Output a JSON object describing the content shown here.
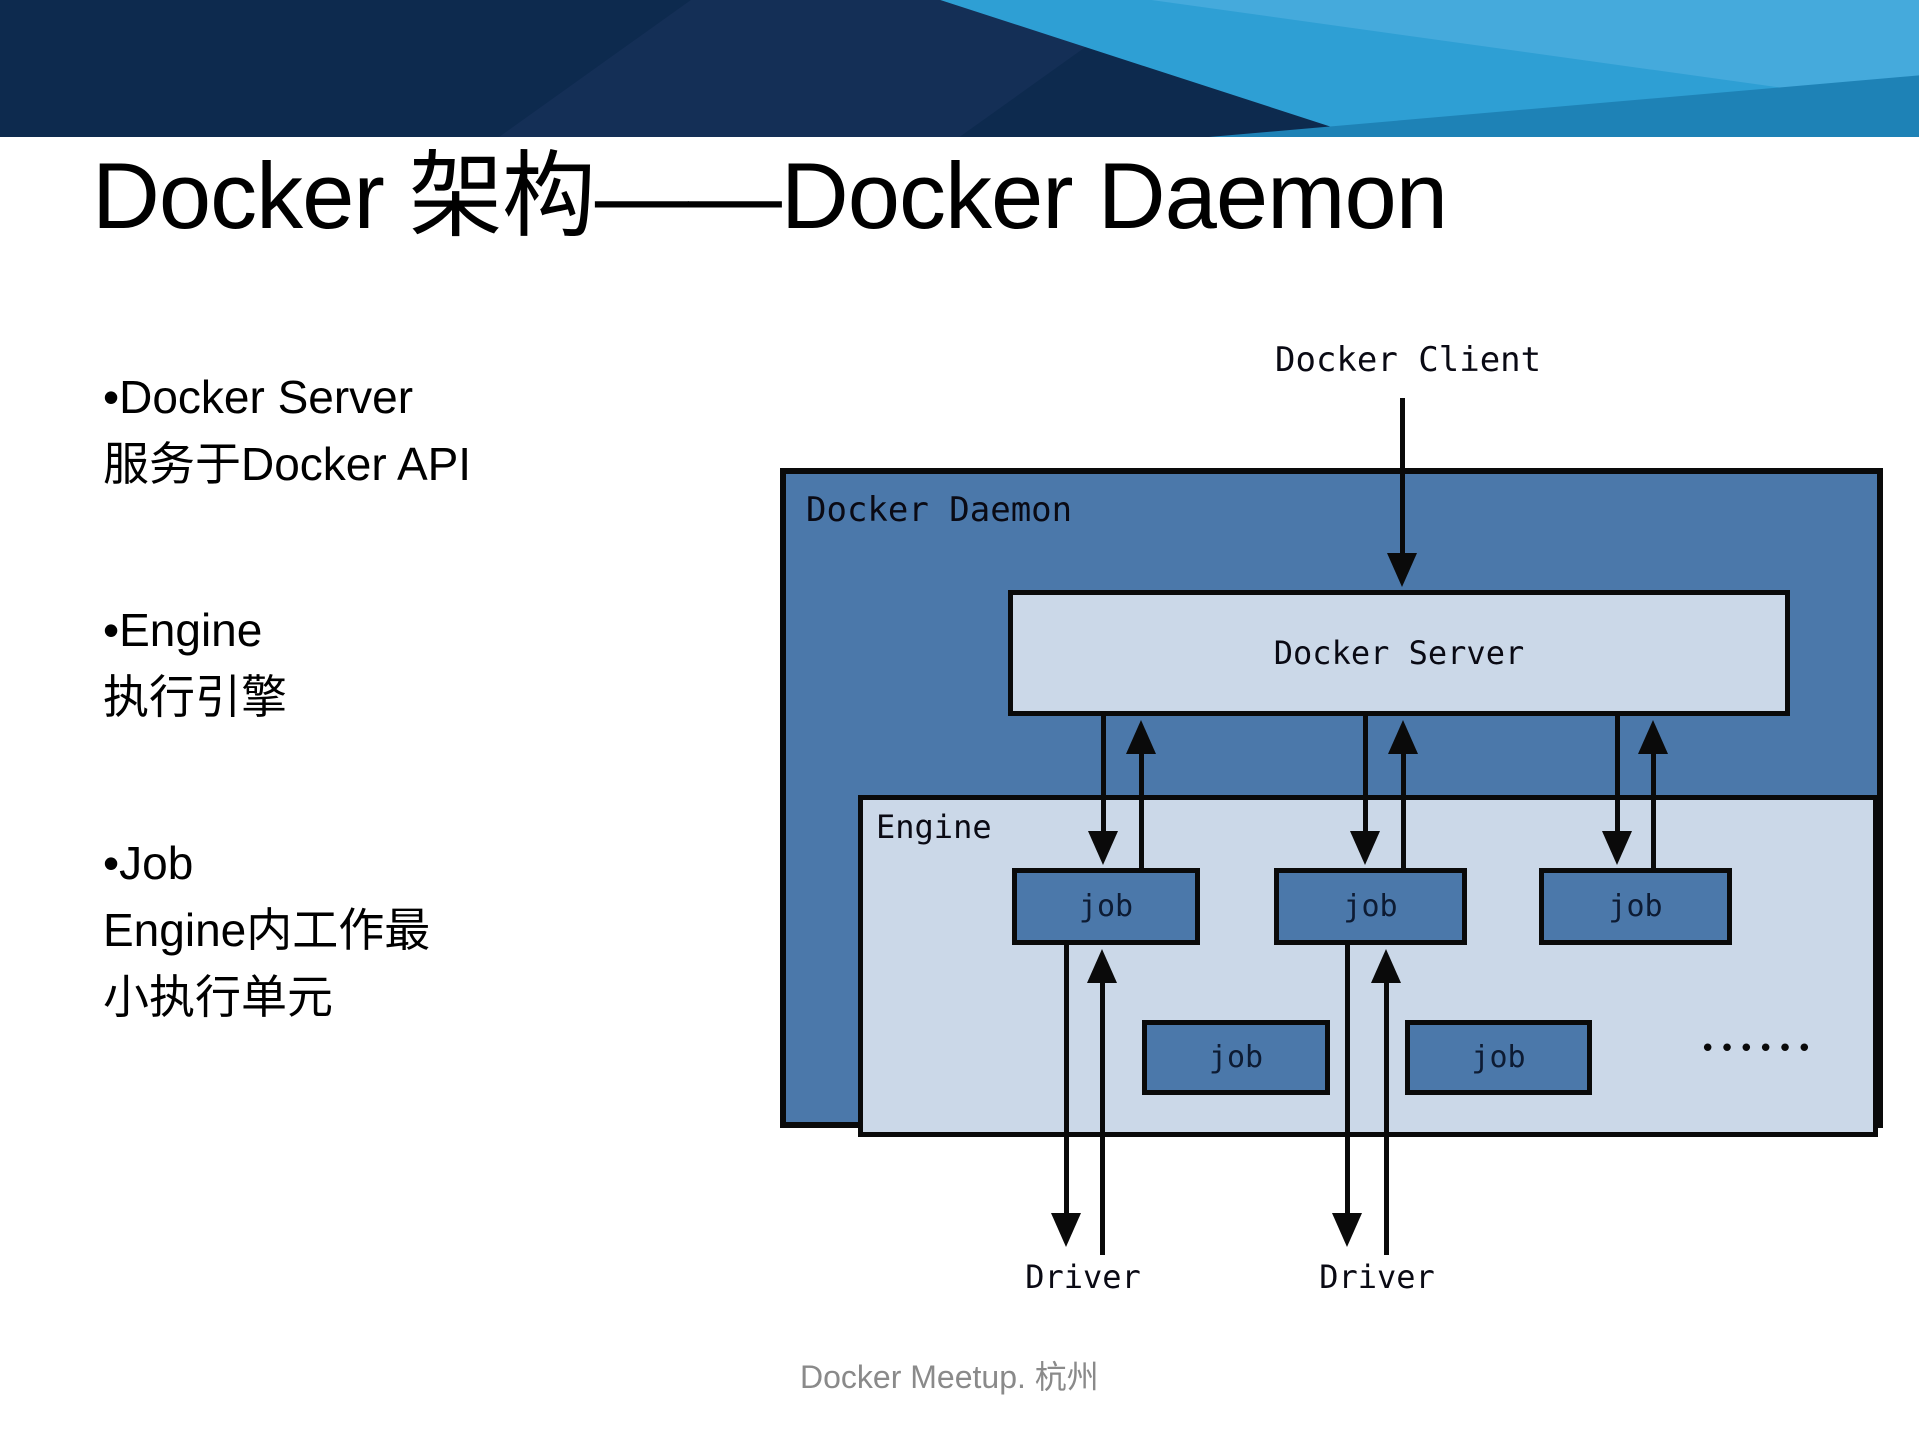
{
  "slide": {
    "title": "Docker 架构——Docker Daemon",
    "footer": "Docker Meetup. 杭州",
    "bullets": [
      {
        "line1": "•Docker Server",
        "line2": "服务于Docker API"
      },
      {
        "line1": "•Engine",
        "line2": "执行引擎"
      },
      {
        "line1": "•Job",
        "line2": "Engine内工作最",
        "line3": "小执行单元"
      }
    ]
  },
  "diagram": {
    "client_label": "Docker Client",
    "daemon_label": "Docker Daemon",
    "server_label": "Docker Server",
    "engine_label": "Engine",
    "job_label": "job",
    "driver_label": "Driver",
    "ellipsis": "••••••",
    "colors": {
      "daemon_fill": "#4B78AA",
      "panel_fill": "#CBD8E8",
      "job_fill": "#4B78AA",
      "outline": "#0A0A0A"
    }
  },
  "banner": {
    "colors": {
      "navy": "#0D2A4E",
      "navy_light": "#142F56",
      "sky": "#2E9FD4",
      "sky_light": "#45AADC",
      "mid_blue": "#1E82B6"
    }
  }
}
